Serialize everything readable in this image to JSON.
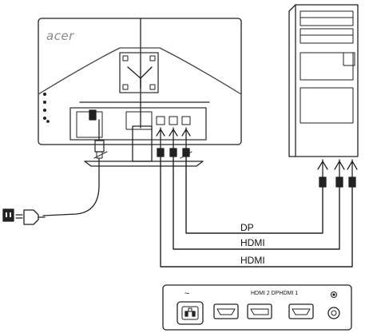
{
  "monitor": {
    "brand": "acer"
  },
  "cables": [
    {
      "id": "dp",
      "label": "DP"
    },
    {
      "id": "hdmi-a",
      "label": "HDMI"
    },
    {
      "id": "hdmi-b",
      "label": "HDMI"
    }
  ],
  "port_panel": {
    "power_symbol": "~",
    "port_labels": "HDMI 2 DPHDMI 1"
  },
  "icons": [
    "power-plug-icon",
    "power-outlet-icon",
    "hdmi-port-icon",
    "displayport-icon",
    "audio-jack-icon"
  ]
}
